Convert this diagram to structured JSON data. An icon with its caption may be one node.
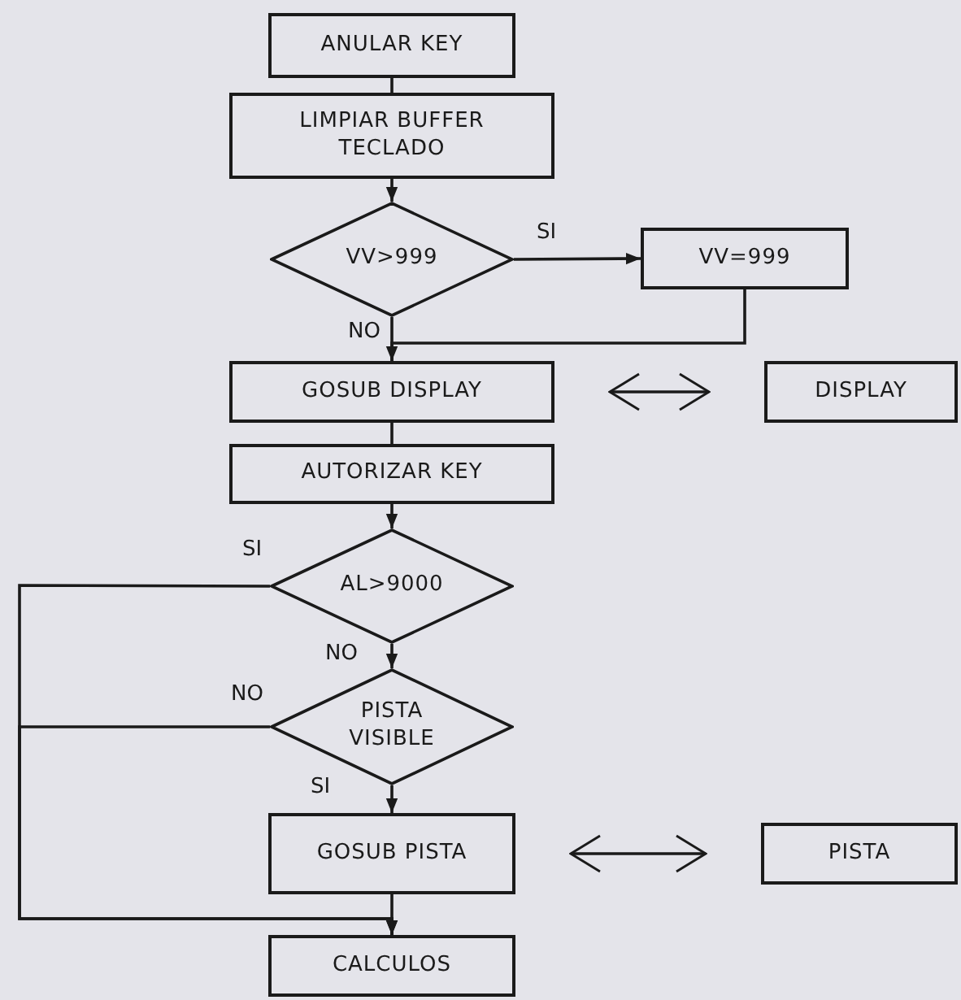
{
  "diagram": {
    "nodes": [
      {
        "text": [
          "ANULAR KEY"
        ]
      },
      {
        "text": [
          "LIMPIAR BUFFER TECLADO"
        ]
      },
      {
        "text": [
          "VV>999"
        ]
      },
      {
        "text": [
          "VV=999"
        ]
      },
      {
        "text": [
          "GOSUB DISPLAY"
        ]
      },
      {
        "text": [
          "DISPLAY"
        ]
      },
      {
        "text": [
          "AUTORIZAR KEY"
        ]
      },
      {
        "text": [
          "AL>9000"
        ]
      },
      {
        "text": [
          "PISTA VISIBLE"
        ]
      },
      {
        "text": [
          "GOSUB PISTA"
        ]
      },
      {
        "text": [
          "PISTA"
        ]
      },
      {
        "text": [
          "CALCULOS"
        ]
      }
    ],
    "edges": [
      {
        "from": 0,
        "to": 1,
        "arrow": "none"
      },
      {
        "from": 1,
        "to": 2,
        "arrow": "to"
      },
      {
        "from": 2,
        "to": 3,
        "arrow": "to",
        "label": "SI"
      },
      {
        "from": 2,
        "to": 4,
        "arrow": "none",
        "label": "NO"
      },
      {
        "from": 3,
        "to": 4,
        "arrow": "to"
      },
      {
        "from": 4,
        "to": 5,
        "arrow": "both"
      },
      {
        "from": 4,
        "to": 6,
        "arrow": "none"
      },
      {
        "from": 6,
        "to": 7,
        "arrow": "to"
      },
      {
        "from": 7,
        "to": 11,
        "arrow": "to",
        "label": "SI"
      },
      {
        "from": 7,
        "to": 8,
        "arrow": "to",
        "label": "NO"
      },
      {
        "from": 8,
        "to": 11,
        "arrow": "to",
        "label": "NO"
      },
      {
        "from": 8,
        "to": 9,
        "arrow": "to",
        "label": "SI"
      },
      {
        "from": 9,
        "to": 10,
        "arrow": "both"
      },
      {
        "from": 9,
        "to": 11,
        "arrow": "none"
      }
    ]
  }
}
